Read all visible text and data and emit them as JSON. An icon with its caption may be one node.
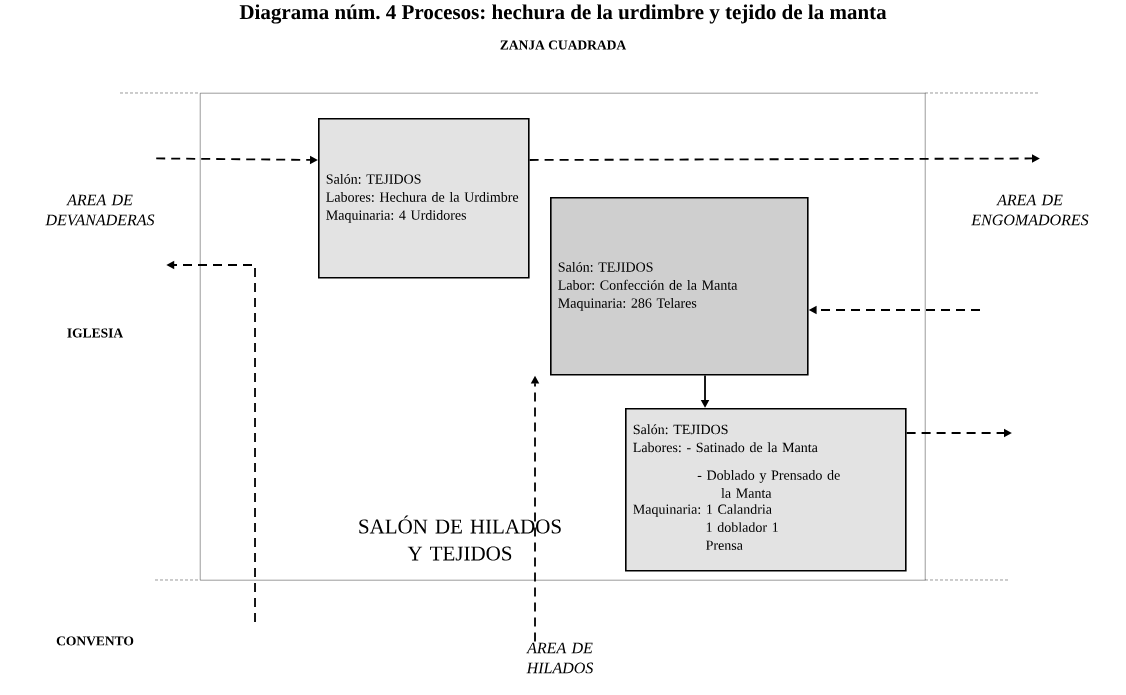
{
  "diagram": {
    "title": "Diagrama núm. 4 Procesos: hechura de la urdimbre y tejido de la manta",
    "nodes": [
      {
        "text": [
          "SALÓN DE HILADOS Y TEJIDOS"
        ]
      },
      {
        "text": [
          "Salón: TEJIDOS",
          "Labores: Hechura de la Urdimbre",
          "Maquinaria: 4 Urdidores"
        ],
        "in": 0
      },
      {
        "text": [
          "Salón: TEJIDOS",
          "Labor: Confección de la Manta",
          "Maquinaria: 286 Telares"
        ],
        "in": 0
      },
      {
        "text": [
          "Salón: TEJIDOS",
          "Labores: - Satinado de la Manta",
          "- Doblado y Prensado de la Manta",
          "Maquinaria: 1 Calandria 1 doblador 1 Prensa"
        ],
        "in": 0
      },
      {
        "text": [
          "AREA DE DEVANADERAS"
        ]
      },
      {
        "text": [
          "AREA DE ENGOMADORES"
        ]
      },
      {
        "text": [
          "AREA DE HILADOS"
        ]
      }
    ],
    "edges": [
      {
        "from": 4,
        "to": 1,
        "arrow": "to",
        "style": "dashed"
      },
      {
        "from": 1,
        "to": 5,
        "arrow": "to",
        "style": "dashed"
      },
      {
        "from": null,
        "to": 2,
        "arrow": "to",
        "style": "dashed"
      },
      {
        "from": 2,
        "to": 3,
        "arrow": "to"
      },
      {
        "from": 3,
        "to": null,
        "arrow": "to",
        "style": "dashed"
      },
      {
        "from": 6,
        "to": 2,
        "arrow": "to",
        "style": "dashed"
      },
      {
        "from": null,
        "to": 4,
        "arrow": "to",
        "style": "dashed"
      }
    ],
    "labels": [
      "ZANJA CUADRADA",
      "IGLESIA",
      "CONVENTO"
    ]
  }
}
